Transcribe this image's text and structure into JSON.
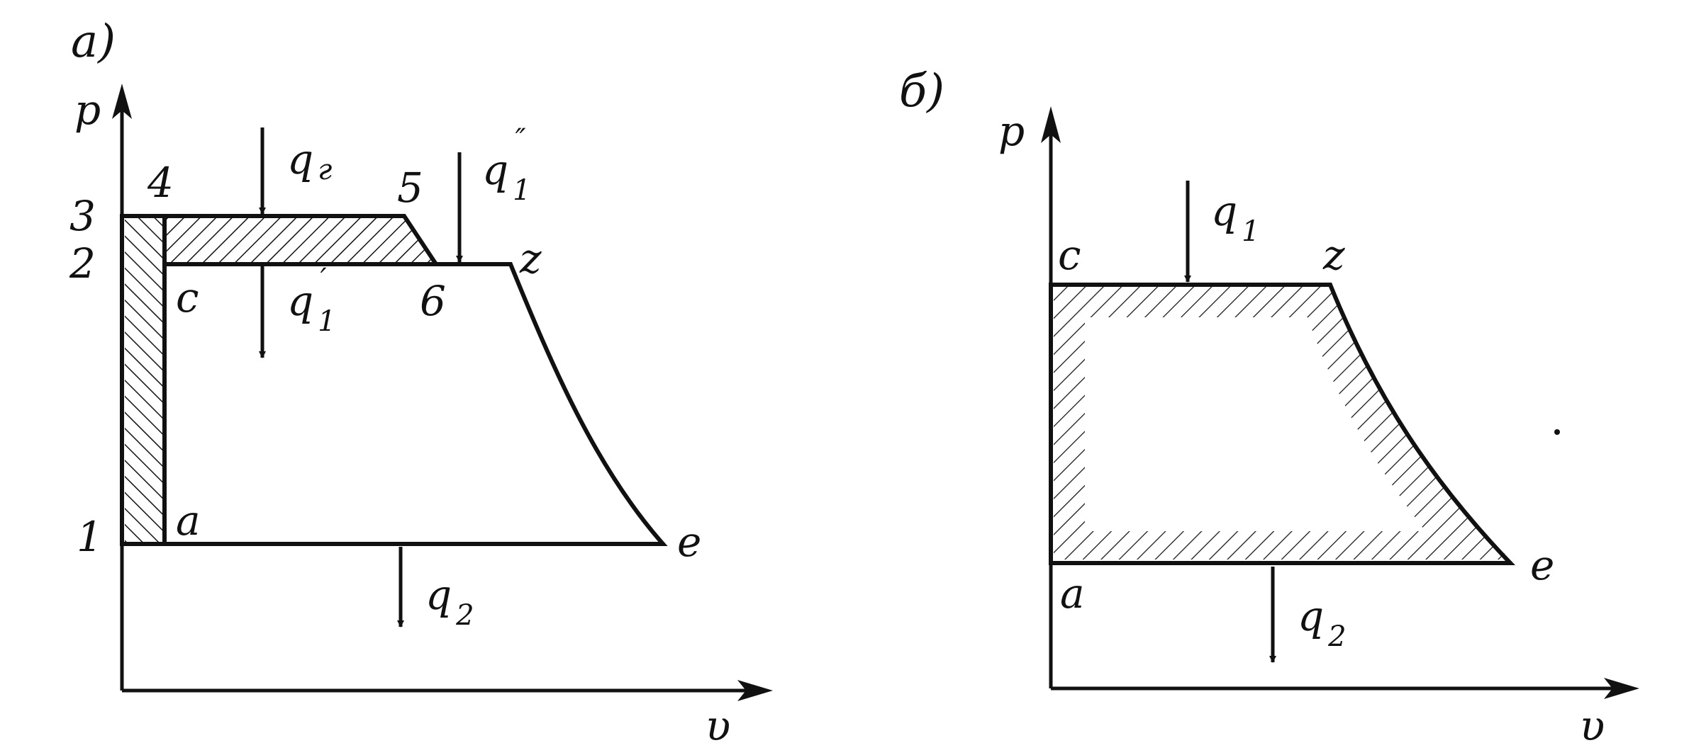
{
  "colors": {
    "ink": "#111111",
    "background": "#ffffff"
  },
  "diagram_a": {
    "panel_label": "а)",
    "axis_y": "p",
    "axis_x": "υ",
    "y_levels": [
      "3",
      "2",
      "1"
    ],
    "points": {
      "p4": "4",
      "p5": "5",
      "p6": "6",
      "c": "c",
      "z": "z",
      "a": "a",
      "e": "e"
    },
    "heat": {
      "qg": {
        "base": "q",
        "sub": "г"
      },
      "q1_double": {
        "base": "q",
        "sub": "1",
        "sup": "″"
      },
      "q1_single": {
        "base": "q",
        "sub": "1",
        "sup": "′"
      },
      "q2": {
        "base": "q",
        "sub": "2"
      }
    }
  },
  "diagram_b": {
    "panel_label": "б)",
    "axis_y": "p",
    "axis_x": "υ",
    "points": {
      "c": "c",
      "z": "z",
      "a": "a",
      "e": "e"
    },
    "heat": {
      "q1": {
        "base": "q",
        "sub": "1"
      },
      "q2": {
        "base": "q",
        "sub": "2"
      }
    }
  }
}
